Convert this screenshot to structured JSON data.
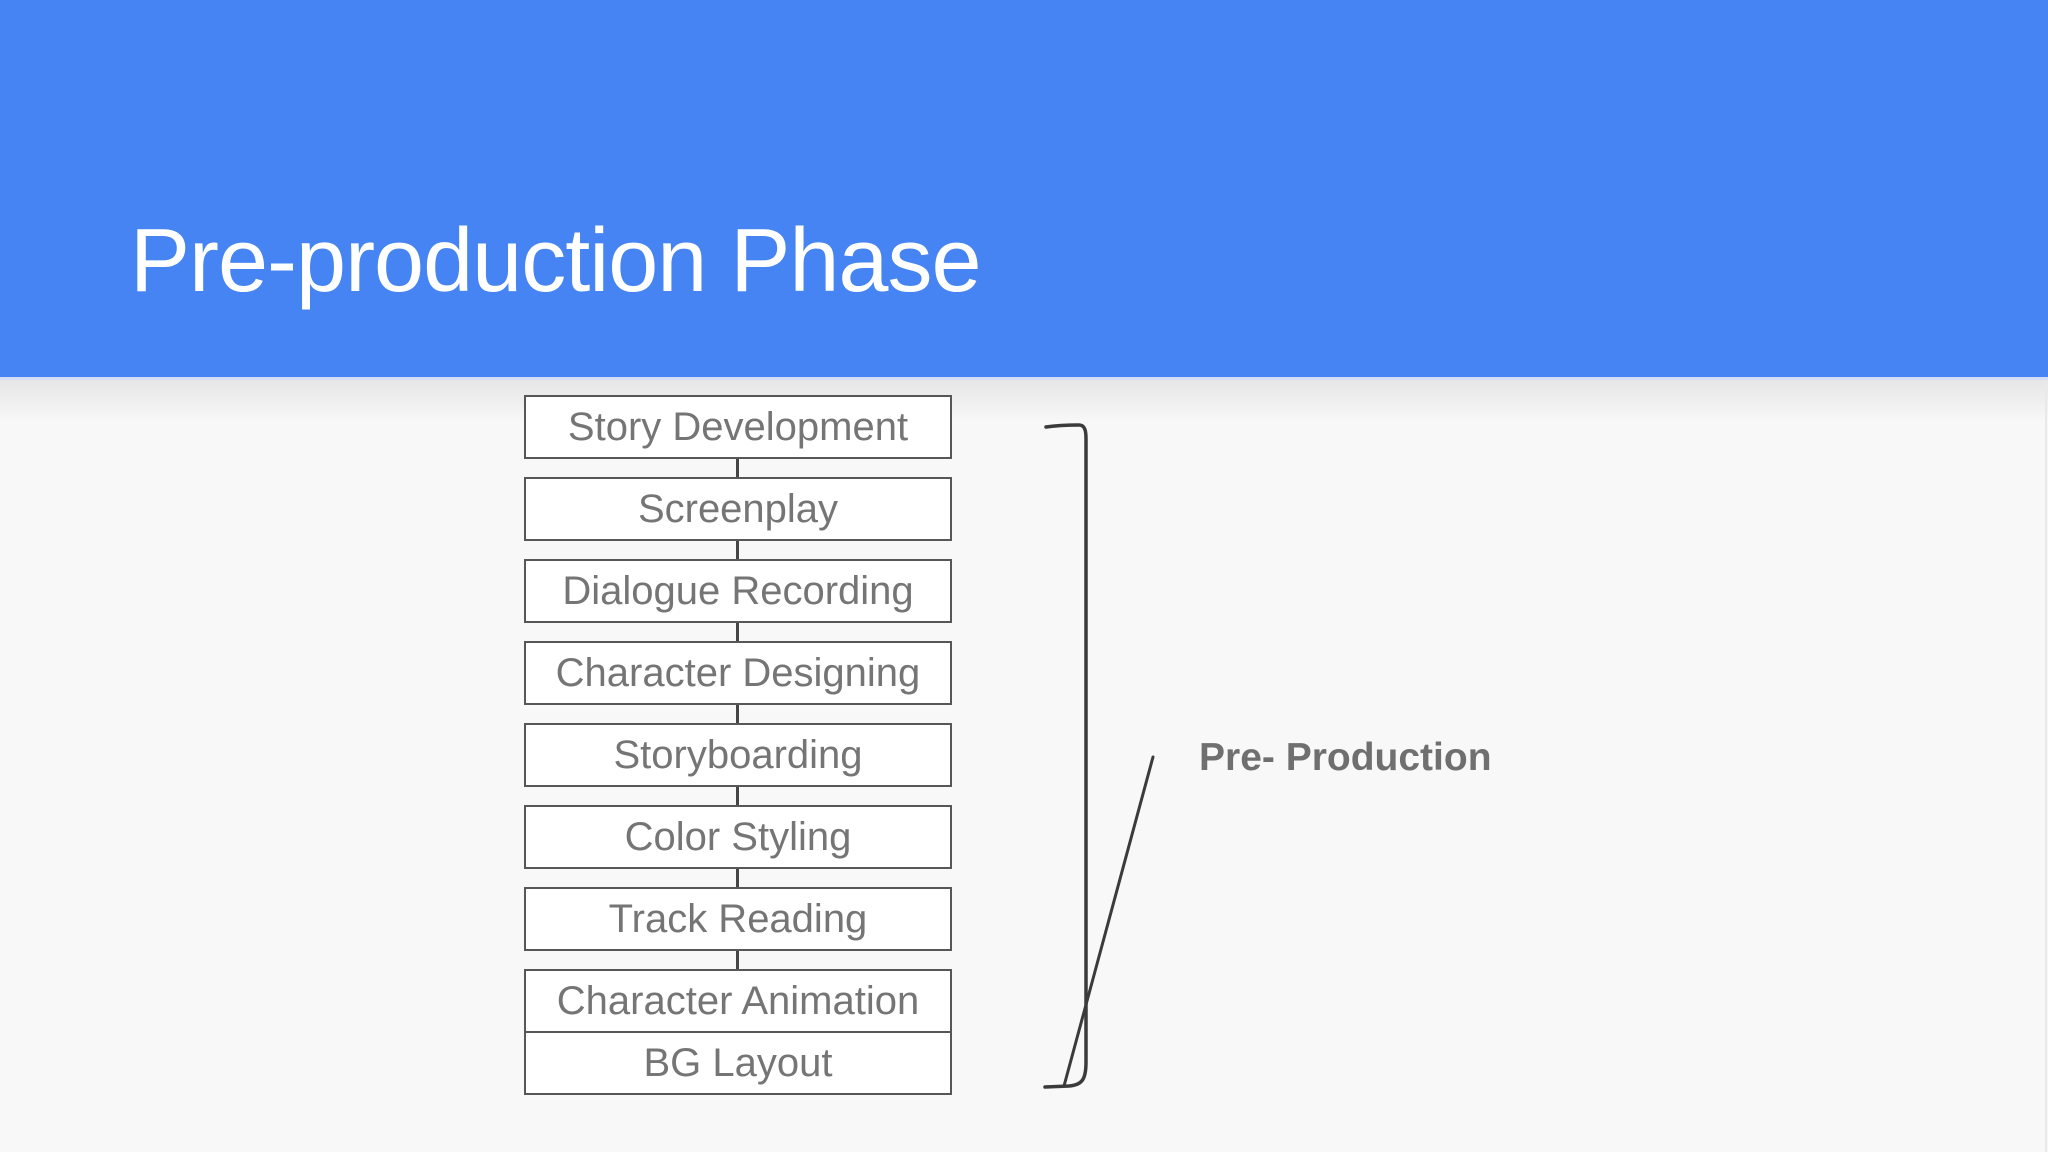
{
  "slide": {
    "title": "Pre-production Phase"
  },
  "flowchart": {
    "steps": [
      "Story Development",
      "Screenplay",
      "Dialogue Recording",
      "Character Designing",
      "Storyboarding",
      "Color Styling",
      "Track Reading",
      "Character Animation",
      "BG Layout"
    ]
  },
  "annotation": {
    "label": "Pre- Production"
  },
  "colors": {
    "header_blue": "#4584f2",
    "background": "#f8f8f8",
    "box_fill": "#ffffff",
    "box_border": "#57575a",
    "box_text": "#757575",
    "connector_line": "#454545",
    "bracket_line": "#3b3b3b",
    "label_text": "#6f6f6f",
    "title_text": "#ffffff"
  }
}
